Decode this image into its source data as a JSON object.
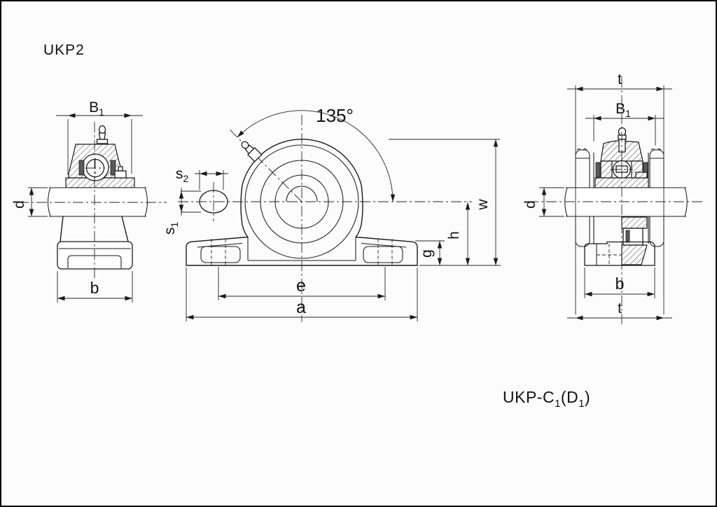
{
  "title": "UKP2",
  "model": {
    "prefix": "UKP-C",
    "sub1": "1",
    "mid": "(D",
    "sub2": "1",
    "close": ")"
  },
  "left_view": {
    "b1": {
      "base": "B",
      "sub": "1"
    },
    "d": "d",
    "b": "b"
  },
  "front_view": {
    "angle": "135°",
    "s2": {
      "base": "s",
      "sub": "2"
    },
    "s1": {
      "base": "s",
      "sub": "1"
    },
    "e": "e",
    "a": "a",
    "g": "g",
    "h": "h",
    "w": "w"
  },
  "right_view": {
    "t_top": "t",
    "b1": {
      "base": "B",
      "sub": "1"
    },
    "d": "d",
    "b": "b",
    "t_bottom": "t"
  },
  "colors": {
    "line": "#1a1a1a",
    "background": "#fcfcfc",
    "hatch": "#333333",
    "border": "#000000"
  }
}
